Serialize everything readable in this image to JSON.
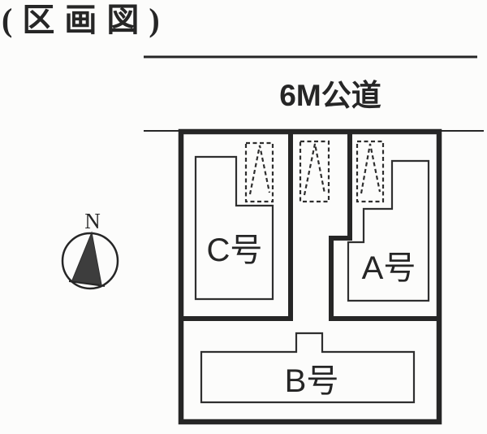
{
  "title": "(区画図)",
  "road": {
    "label": "6M公道"
  },
  "compass": {
    "label": "N",
    "icon": "north-arrow-icon"
  },
  "plots": [
    {
      "id": "C",
      "label": "C号"
    },
    {
      "id": "A",
      "label": "A号"
    },
    {
      "id": "B",
      "label": "B号"
    }
  ],
  "parking_spaces": {
    "count": 3,
    "icon": "parking-space-marker"
  },
  "colors": {
    "ink": "#262626",
    "paper": "#fcfcfb",
    "compass_fill": "#3d3d3d"
  }
}
